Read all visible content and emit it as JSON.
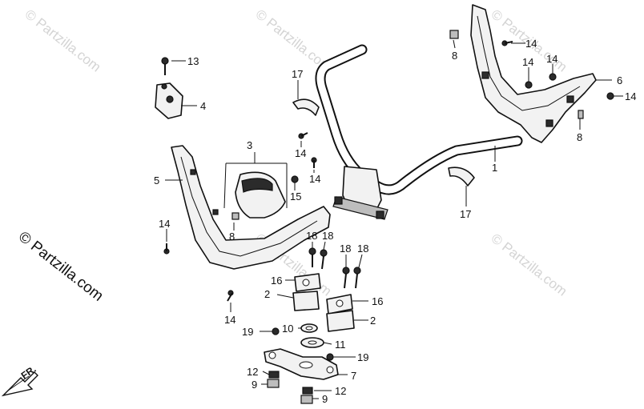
{
  "diagram": {
    "watermark_text": "© Partzilla.com",
    "front_arrow_label": "FR.",
    "callouts": {
      "c1": "1",
      "c2a": "2",
      "c2b": "2",
      "c3": "3",
      "c4": "4",
      "c5": "5",
      "c6": "6",
      "c7": "7",
      "c8a": "8",
      "c8b": "8",
      "c8c": "8",
      "c9a": "9",
      "c9b": "9",
      "c10": "10",
      "c11": "11",
      "c12a": "12",
      "c12b": "12",
      "c13": "13",
      "c14a": "14",
      "c14b": "14",
      "c14c": "14",
      "c14d": "14",
      "c14e": "14",
      "c14f": "14",
      "c14g": "14",
      "c14h": "14",
      "c15": "15",
      "c16a": "16",
      "c16b": "16",
      "c17a": "17",
      "c17b": "17",
      "c18a": "18",
      "c18b": "18",
      "c18c": "18",
      "c18d": "18",
      "c19a": "19",
      "c19b": "19"
    }
  }
}
